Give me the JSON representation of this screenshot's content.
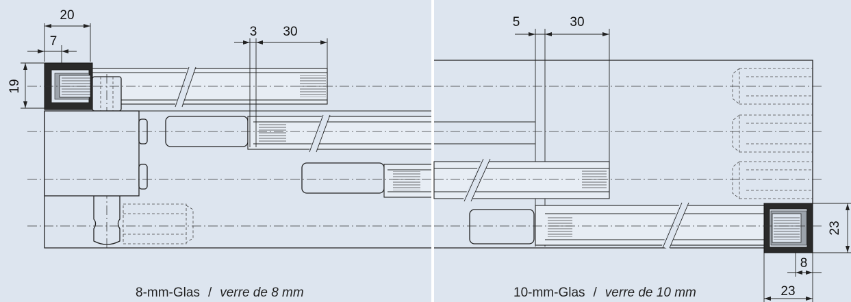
{
  "left_view": {
    "dim_20": "20",
    "dim_7": "7",
    "dim_19": "19",
    "dim_3": "3",
    "dim_30": "30",
    "caption_plain": "8-mm-Glas",
    "caption_separator": "/",
    "caption_italic": "verre de 8 mm"
  },
  "right_view": {
    "dim_5": "5",
    "dim_30": "30",
    "dim_23_vertical": "23",
    "dim_8": "8",
    "dim_23_horizontal": "23",
    "caption_plain": "10-mm-Glas",
    "caption_separator": "/",
    "caption_italic": "verre de 10 mm"
  },
  "colors": {
    "background": "#dde5ef",
    "divider": "#ffffff",
    "line": "#222222"
  }
}
